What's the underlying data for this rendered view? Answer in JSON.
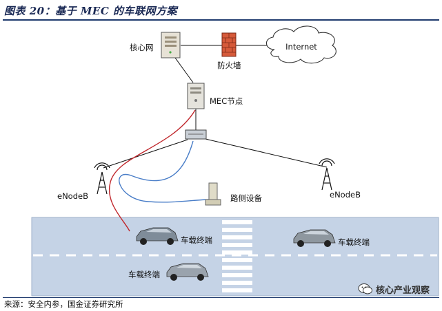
{
  "title": "图表 20：基于 MEC 的车联网方案",
  "nodes": {
    "core_network": "核心网",
    "firewall": "防火墙",
    "internet": "Internet",
    "mec_node": "MEC节点",
    "enodeb_left": "eNodeB",
    "enodeb_right": "eNodeB",
    "roadside_device": "路侧设备",
    "vehicle_terminal_1": "车载终端",
    "vehicle_terminal_2": "车载终端",
    "vehicle_terminal_3": "车载终端"
  },
  "source": "来源：安全内参，国金证券研究所",
  "watermark": "核心产业观察",
  "colors": {
    "title": "#1b2a55",
    "rule": "#1f3a6e",
    "road": "#c5d3e6",
    "firewall": "#d65a3a",
    "link_red": "#c0262b",
    "link_blue": "#4a7ec8"
  }
}
